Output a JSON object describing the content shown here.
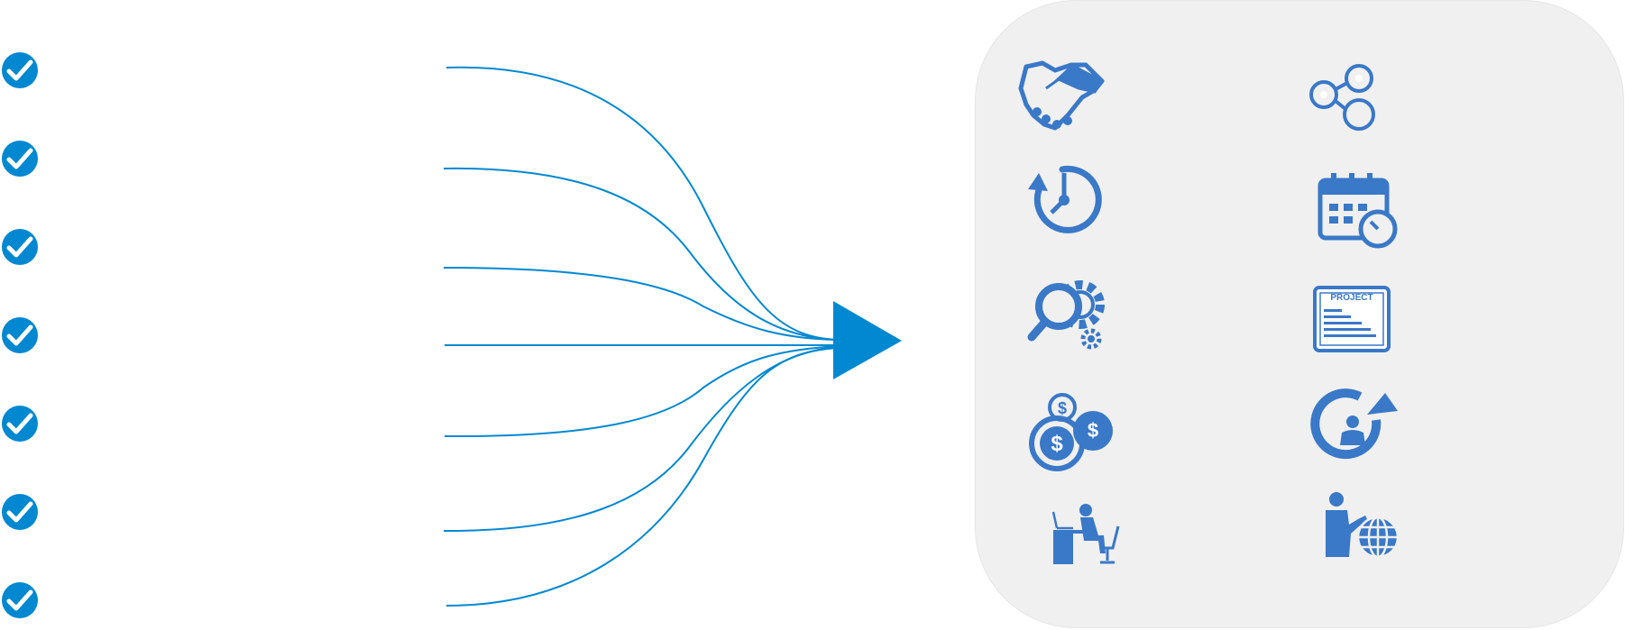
{
  "colors": {
    "accent": "#0288d1",
    "icon": "#3a78c8",
    "panel": "#f0f0f0",
    "background": "#ffffff"
  },
  "checklist": {
    "item_count": 7,
    "icon": "check-circle-icon"
  },
  "flow": {
    "line_count": 7,
    "target": "triangle-arrow"
  },
  "icons": [
    {
      "name": "handshake-icon"
    },
    {
      "name": "share-nodes-icon"
    },
    {
      "name": "stopwatch-icon"
    },
    {
      "name": "calendar-clock-icon"
    },
    {
      "name": "search-gear-icon"
    },
    {
      "name": "project-document-icon"
    },
    {
      "name": "coins-dollar-icon"
    },
    {
      "name": "employee-growth-icon"
    },
    {
      "name": "person-at-desk-icon"
    },
    {
      "name": "global-presenter-icon"
    }
  ],
  "project_doc": {
    "label": "PROJECT"
  }
}
